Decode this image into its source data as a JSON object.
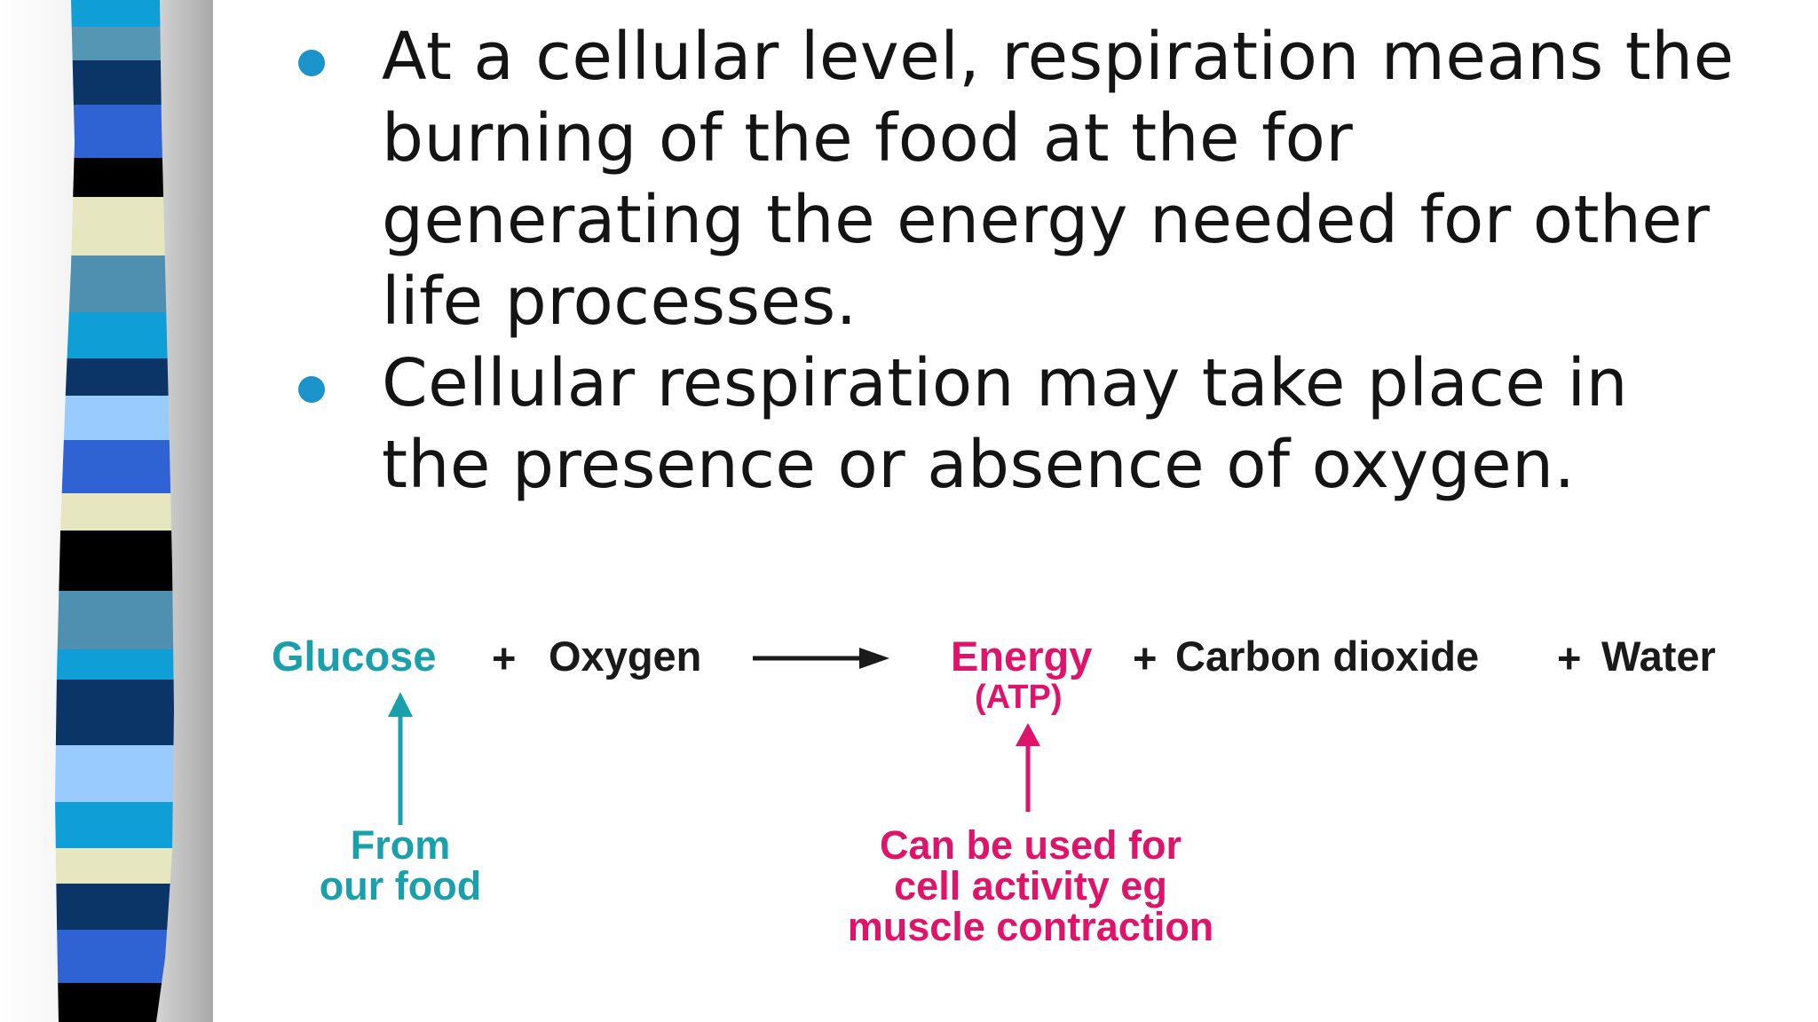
{
  "slide": {
    "bullets": [
      {
        "lines": [
          "At a cellular level, respiration means the",
          "burning of the food at the for",
          "generating the energy needed for other",
          "life processes."
        ]
      },
      {
        "lines": [
          "Cellular respiration may take place in",
          "the presence or absence of oxygen."
        ]
      }
    ],
    "equation": {
      "reactant_1": "Glucose",
      "plus_1": "+",
      "reactant_2": "Oxygen",
      "product_1": "Energy",
      "product_1_sub": "(ATP)",
      "plus_2": "+",
      "product_2": "Carbon dioxide",
      "plus_3": "+",
      "product_3": "Water",
      "note_glucose_line1": "From",
      "note_glucose_line2": "our food",
      "note_energy_line1": "Can be used for",
      "note_energy_line2": "cell activity eg",
      "note_energy_line3": "muscle contraction"
    },
    "colors": {
      "bullet": "#1b95c9",
      "teal": "#1aa0ac",
      "pink": "#e0136b",
      "text": "#141414"
    }
  }
}
